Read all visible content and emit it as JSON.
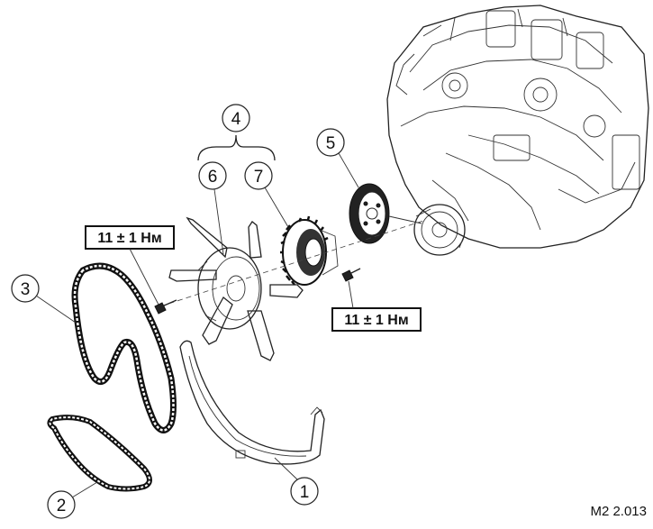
{
  "callouts": {
    "c1": "1",
    "c2": "2",
    "c3": "3",
    "c4": "4",
    "c5": "5",
    "c6": "6",
    "c7": "7"
  },
  "torque": {
    "left": "11 ± 1 Нм",
    "right": "11 ± 1 Нм"
  },
  "figure_code": "M2 2.013"
}
